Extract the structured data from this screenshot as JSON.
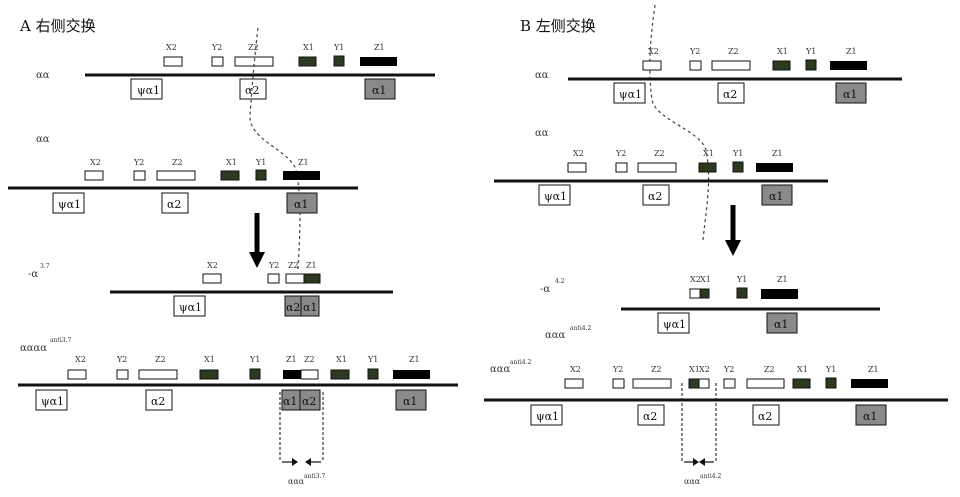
{
  "panel_a": {
    "title": "A 右侧交换",
    "rows": [
      {
        "label": "αα"
      },
      {
        "label": "αα"
      },
      {
        "label": "-α",
        "sup": "3.7"
      },
      {
        "label": "αααα",
        "sup": "anti3.7"
      }
    ],
    "bottom_label": "ααα",
    "bottom_sup": "anti3.7"
  },
  "panel_b": {
    "title": "B 左侧交换",
    "rows": [
      {
        "label": "αα"
      },
      {
        "label": "αα"
      },
      {
        "label": "-α",
        "sup": "4.2"
      },
      {
        "label": "ααα",
        "sup": "anti4.2"
      }
    ],
    "bottom_label": "ααα",
    "bottom_sup": "anti4.2"
  },
  "boxes": {
    "x2": "X2",
    "y2": "Y2",
    "z2": "Z2",
    "x1": "X1",
    "y1": "Y1",
    "z1": "Z1"
  },
  "genes": {
    "psi_a1": "ψα1",
    "a2": "α2",
    "a1": "α1"
  },
  "colors": {
    "line": "#111111",
    "dark_box": "#2b3a20",
    "black_box": "#000000",
    "gene_fill": "#8a8a8a",
    "white": "#ffffff"
  }
}
